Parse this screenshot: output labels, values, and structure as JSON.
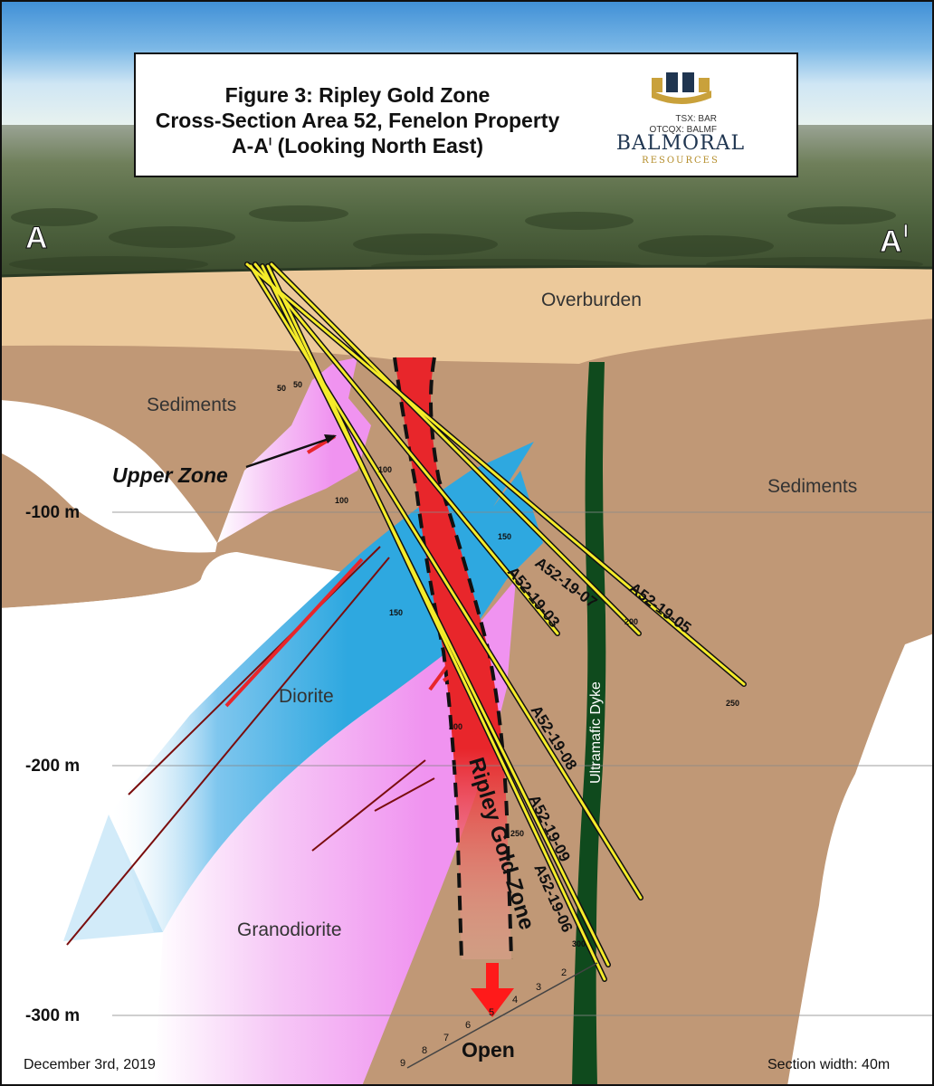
{
  "title": {
    "line1": "Figure 3: Ripley Gold Zone",
    "line2": "Cross-Section Area 52, Fenelon Property",
    "line3_main": "A-A",
    "line3_sup": "I",
    "line3_rest": " (Looking North East)"
  },
  "logo": {
    "ticker1": "TSX: BAR",
    "ticker2": "OTCQX: BALMF",
    "name": "BALMORAL",
    "sub": "RESOURCES"
  },
  "section_ends": {
    "left": "A",
    "right": "A",
    "right_sup": "I"
  },
  "depth_axis": [
    {
      "label": "-100 m"
    },
    {
      "label": "-200 m"
    },
    {
      "label": "-300 m"
    }
  ],
  "units": {
    "overburden": "Overburden",
    "sediments_left": "Sediments",
    "sediments_right": "Sediments",
    "diorite": "Diorite",
    "granodiorite": "Granodiorite",
    "dyke": "Ultramafic Dyke"
  },
  "zones": {
    "upper": "Upper Zone",
    "ripley": "Ripley Gold Zone",
    "open": "Open"
  },
  "drill_holes": [
    {
      "id": "A52-19-05"
    },
    {
      "id": "A52-19-07"
    },
    {
      "id": "A52-19-03"
    },
    {
      "id": "A52-19-08"
    },
    {
      "id": "A52-19-09"
    },
    {
      "id": "A52-19-06"
    }
  ],
  "depth_marks": [
    "50",
    "100",
    "150",
    "200",
    "250",
    "300"
  ],
  "scale_ticks": [
    "2",
    "3",
    "4",
    "5",
    "6",
    "7",
    "8",
    "9"
  ],
  "footer": {
    "date": "December 3rd, 2019",
    "section_width": "Section width: 40m"
  },
  "colors": {
    "overburden": "#ecc99b",
    "sediments": "#c09876",
    "diorite": "#2ea8e0",
    "granodiorite": "#f093f0",
    "ripley_zone": "#e8262b",
    "dyke": "#0f4a1d",
    "drill_hole": "#f5ec2a",
    "logo_gold": "#c9a13b",
    "logo_navy": "#1f3550"
  }
}
